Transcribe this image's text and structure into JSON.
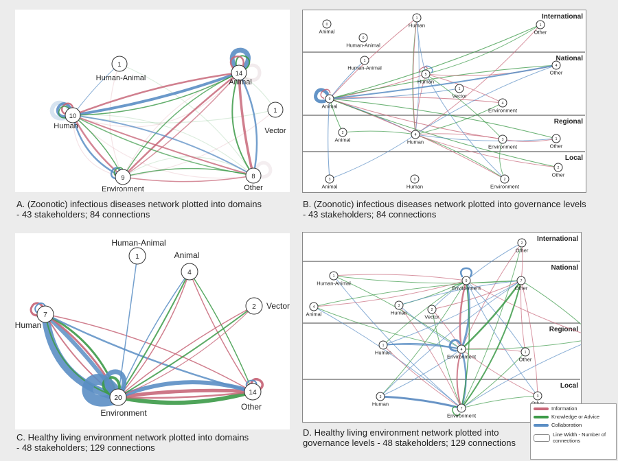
{
  "colors": {
    "information": "#c8687a",
    "knowledge": "#3c9a48",
    "collaboration": "#5b8ec4",
    "faint": "#d9c7cc",
    "node_border": "#333333"
  },
  "panelA": {
    "caption_line1": "A. (Zoonotic) infectious diseases network plotted into domains",
    "caption_line2": " - 43 stakeholders; 84 connections",
    "nodes": [
      {
        "id": "ha",
        "count": "1",
        "label": "Human-Animal"
      },
      {
        "id": "animal",
        "count": "14",
        "label": "Animal"
      },
      {
        "id": "human",
        "count": "10",
        "label": "Human"
      },
      {
        "id": "vector",
        "count": "1",
        "label": "Vector"
      },
      {
        "id": "env",
        "count": "9",
        "label": "Environment"
      },
      {
        "id": "other",
        "count": "8",
        "label": "Other"
      }
    ]
  },
  "panelB": {
    "caption_line1": "B.  (Zoonotic) infectious diseases network plotted into governance levels",
    "caption_line2": " - 43 stakeholders; 84 connections",
    "levels": [
      "International",
      "National",
      "Regional",
      "Local"
    ],
    "nodes": [
      {
        "id": "i_animal",
        "count": "0",
        "label": "Animal"
      },
      {
        "id": "i_human",
        "count": "1",
        "label": "Human"
      },
      {
        "id": "i_ha",
        "count": "0",
        "label": "Human-Animal"
      },
      {
        "id": "i_other",
        "count": "1",
        "label": "Other"
      },
      {
        "id": "n_ha",
        "count": "1",
        "label": "Human-Animal"
      },
      {
        "id": "n_human",
        "count": "5",
        "label": "Human"
      },
      {
        "id": "n_other",
        "count": "4",
        "label": "Other"
      },
      {
        "id": "n_animal",
        "count": "9",
        "label": "Animal"
      },
      {
        "id": "n_vector",
        "count": "1",
        "label": "Vector"
      },
      {
        "id": "n_env",
        "count": "4",
        "label": "Environment"
      },
      {
        "id": "n_other0",
        "count": "0",
        "label": "Other"
      },
      {
        "id": "r_animal",
        "count": "2",
        "label": "Animal"
      },
      {
        "id": "r_human",
        "count": "4",
        "label": "Human"
      },
      {
        "id": "r_env",
        "count": "3",
        "label": "Environment"
      },
      {
        "id": "r_other",
        "count": "1",
        "label": "Other"
      },
      {
        "id": "l_animal",
        "count": "3",
        "label": "Animal"
      },
      {
        "id": "l_human",
        "count": "0",
        "label": "Human"
      },
      {
        "id": "l_env",
        "count": "2",
        "label": "Environment"
      },
      {
        "id": "l_other",
        "count": "2",
        "label": "Other"
      }
    ]
  },
  "panelC": {
    "caption_line1": "C. Healthy living environment network plotted into domains",
    "caption_line2": "- 48 stakeholders; 129 connections",
    "nodes": [
      {
        "id": "ha",
        "count": "1",
        "label": "Human-Animal"
      },
      {
        "id": "animal",
        "count": "4",
        "label": "Animal"
      },
      {
        "id": "vector",
        "count": "2",
        "label": "Vector"
      },
      {
        "id": "human",
        "count": "7",
        "label": "Human"
      },
      {
        "id": "env",
        "count": "20",
        "label": "Environment"
      },
      {
        "id": "other",
        "count": "14",
        "label": "Other"
      }
    ]
  },
  "panelD": {
    "caption_line1": "D. Healthy living environment network plotted into",
    "caption_line2": "governance levels - 48 stakeholders; 129 connections",
    "levels": [
      "International",
      "National",
      "Regional",
      "Local"
    ],
    "nodes": [
      {
        "id": "i_other",
        "count": "2",
        "label": "Other"
      },
      {
        "id": "n_ha",
        "count": "1",
        "label": "Human-Animal"
      },
      {
        "id": "n_env",
        "count": "9",
        "label": "Environment"
      },
      {
        "id": "n_other",
        "count": "7",
        "label": "Other"
      },
      {
        "id": "n_human",
        "count": "3",
        "label": "Human"
      },
      {
        "id": "n_vector",
        "count": "2",
        "label": "Vector"
      },
      {
        "id": "n_animal",
        "count": "4",
        "label": "Animal"
      },
      {
        "id": "r_human",
        "count": "1",
        "label": "Human"
      },
      {
        "id": "r_env",
        "count": "4",
        "label": "Environment"
      },
      {
        "id": "r_other",
        "count": "1",
        "label": "Other"
      },
      {
        "id": "r_other_out",
        "count": "1",
        "label": "Other"
      },
      {
        "id": "l_human",
        "count": "3",
        "label": "Human"
      },
      {
        "id": "l_env",
        "count": "7",
        "label": "Environment"
      },
      {
        "id": "l_other",
        "count": "3",
        "label": "Other"
      }
    ]
  },
  "legend": {
    "information": "Information",
    "knowledge": "Knowledge or Advice",
    "collaboration": "Collaboration",
    "width_line1": "Line Width - Number of",
    "width_line2": "connections"
  }
}
